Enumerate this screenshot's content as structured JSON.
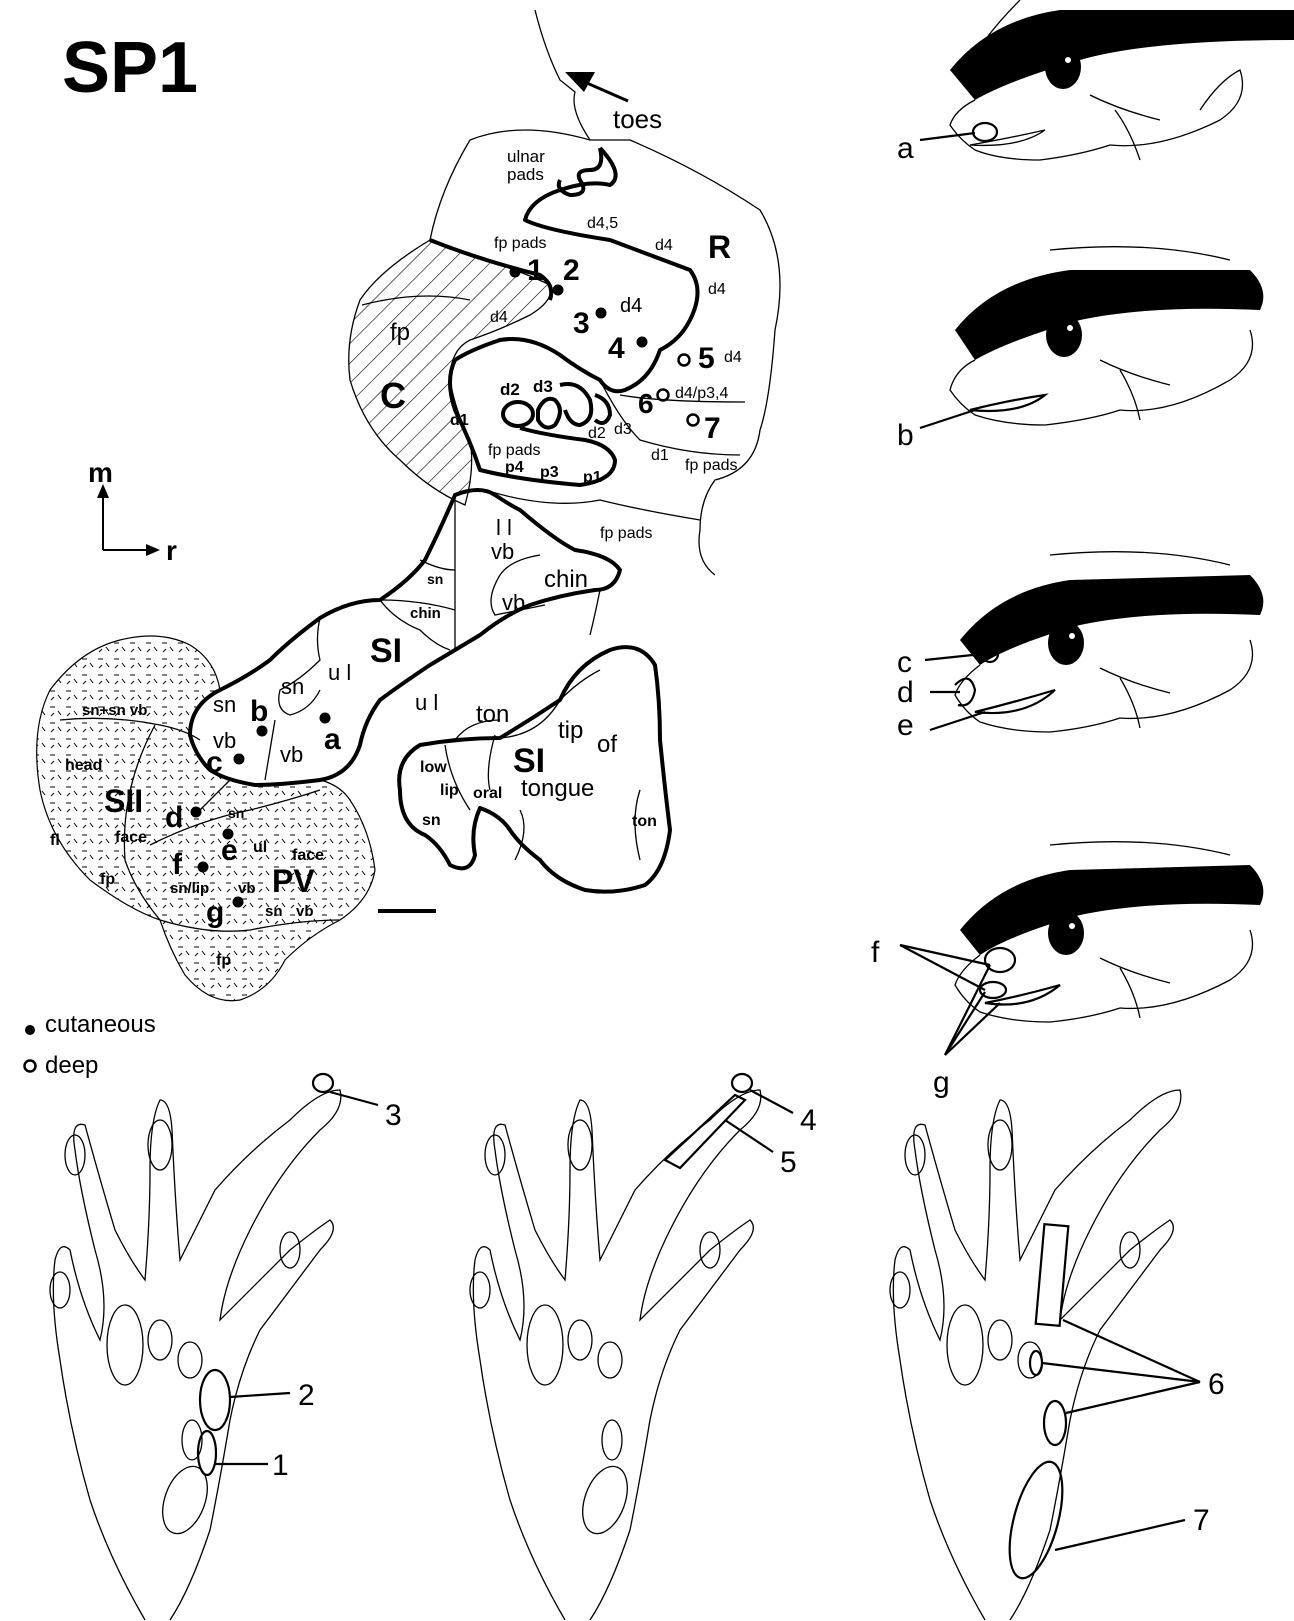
{
  "figure_title": "SP1",
  "orientation": {
    "medial": "m",
    "rostral": "r"
  },
  "legend": {
    "cutaneous": "cutaneous",
    "deep": "deep"
  },
  "map": {
    "toes": "toes",
    "ulnar_pads_1": "ulnar",
    "ulnar_pads_2": "pads",
    "fp_pads": "fp pads",
    "R": "R",
    "C": "C",
    "SI": "SI",
    "SII": "SII",
    "PV": "PV",
    "fp": "fp",
    "d4": "d4",
    "d45": "d4,5",
    "d4p34": "d4/p3,4",
    "d1": "d1",
    "d2": "d2",
    "d3": "d3",
    "p1": "p1",
    "p3": "p3",
    "p4": "p4",
    "ll": "l l",
    "vb": "vb",
    "chin": "chin",
    "sn": "sn",
    "ul": "u l",
    "ul2": "ul",
    "ton": "ton",
    "tip": "tip",
    "of": "of",
    "tongue": "tongue",
    "low": "low",
    "lip": "lip",
    "oral": "oral",
    "head": "head",
    "face": "face",
    "fl": "fl",
    "snsnvb": "sn+sn vb",
    "snlip": "sn/lip",
    "sites": [
      "1",
      "2",
      "3",
      "4",
      "5",
      "6",
      "7"
    ],
    "letters": [
      "a",
      "b",
      "c",
      "d",
      "e",
      "f",
      "g"
    ]
  },
  "face_labels": [
    "a",
    "b",
    "c",
    "d",
    "e",
    "f",
    "g"
  ],
  "paw_labels": [
    "1",
    "2",
    "3",
    "4",
    "5",
    "6",
    "7"
  ]
}
